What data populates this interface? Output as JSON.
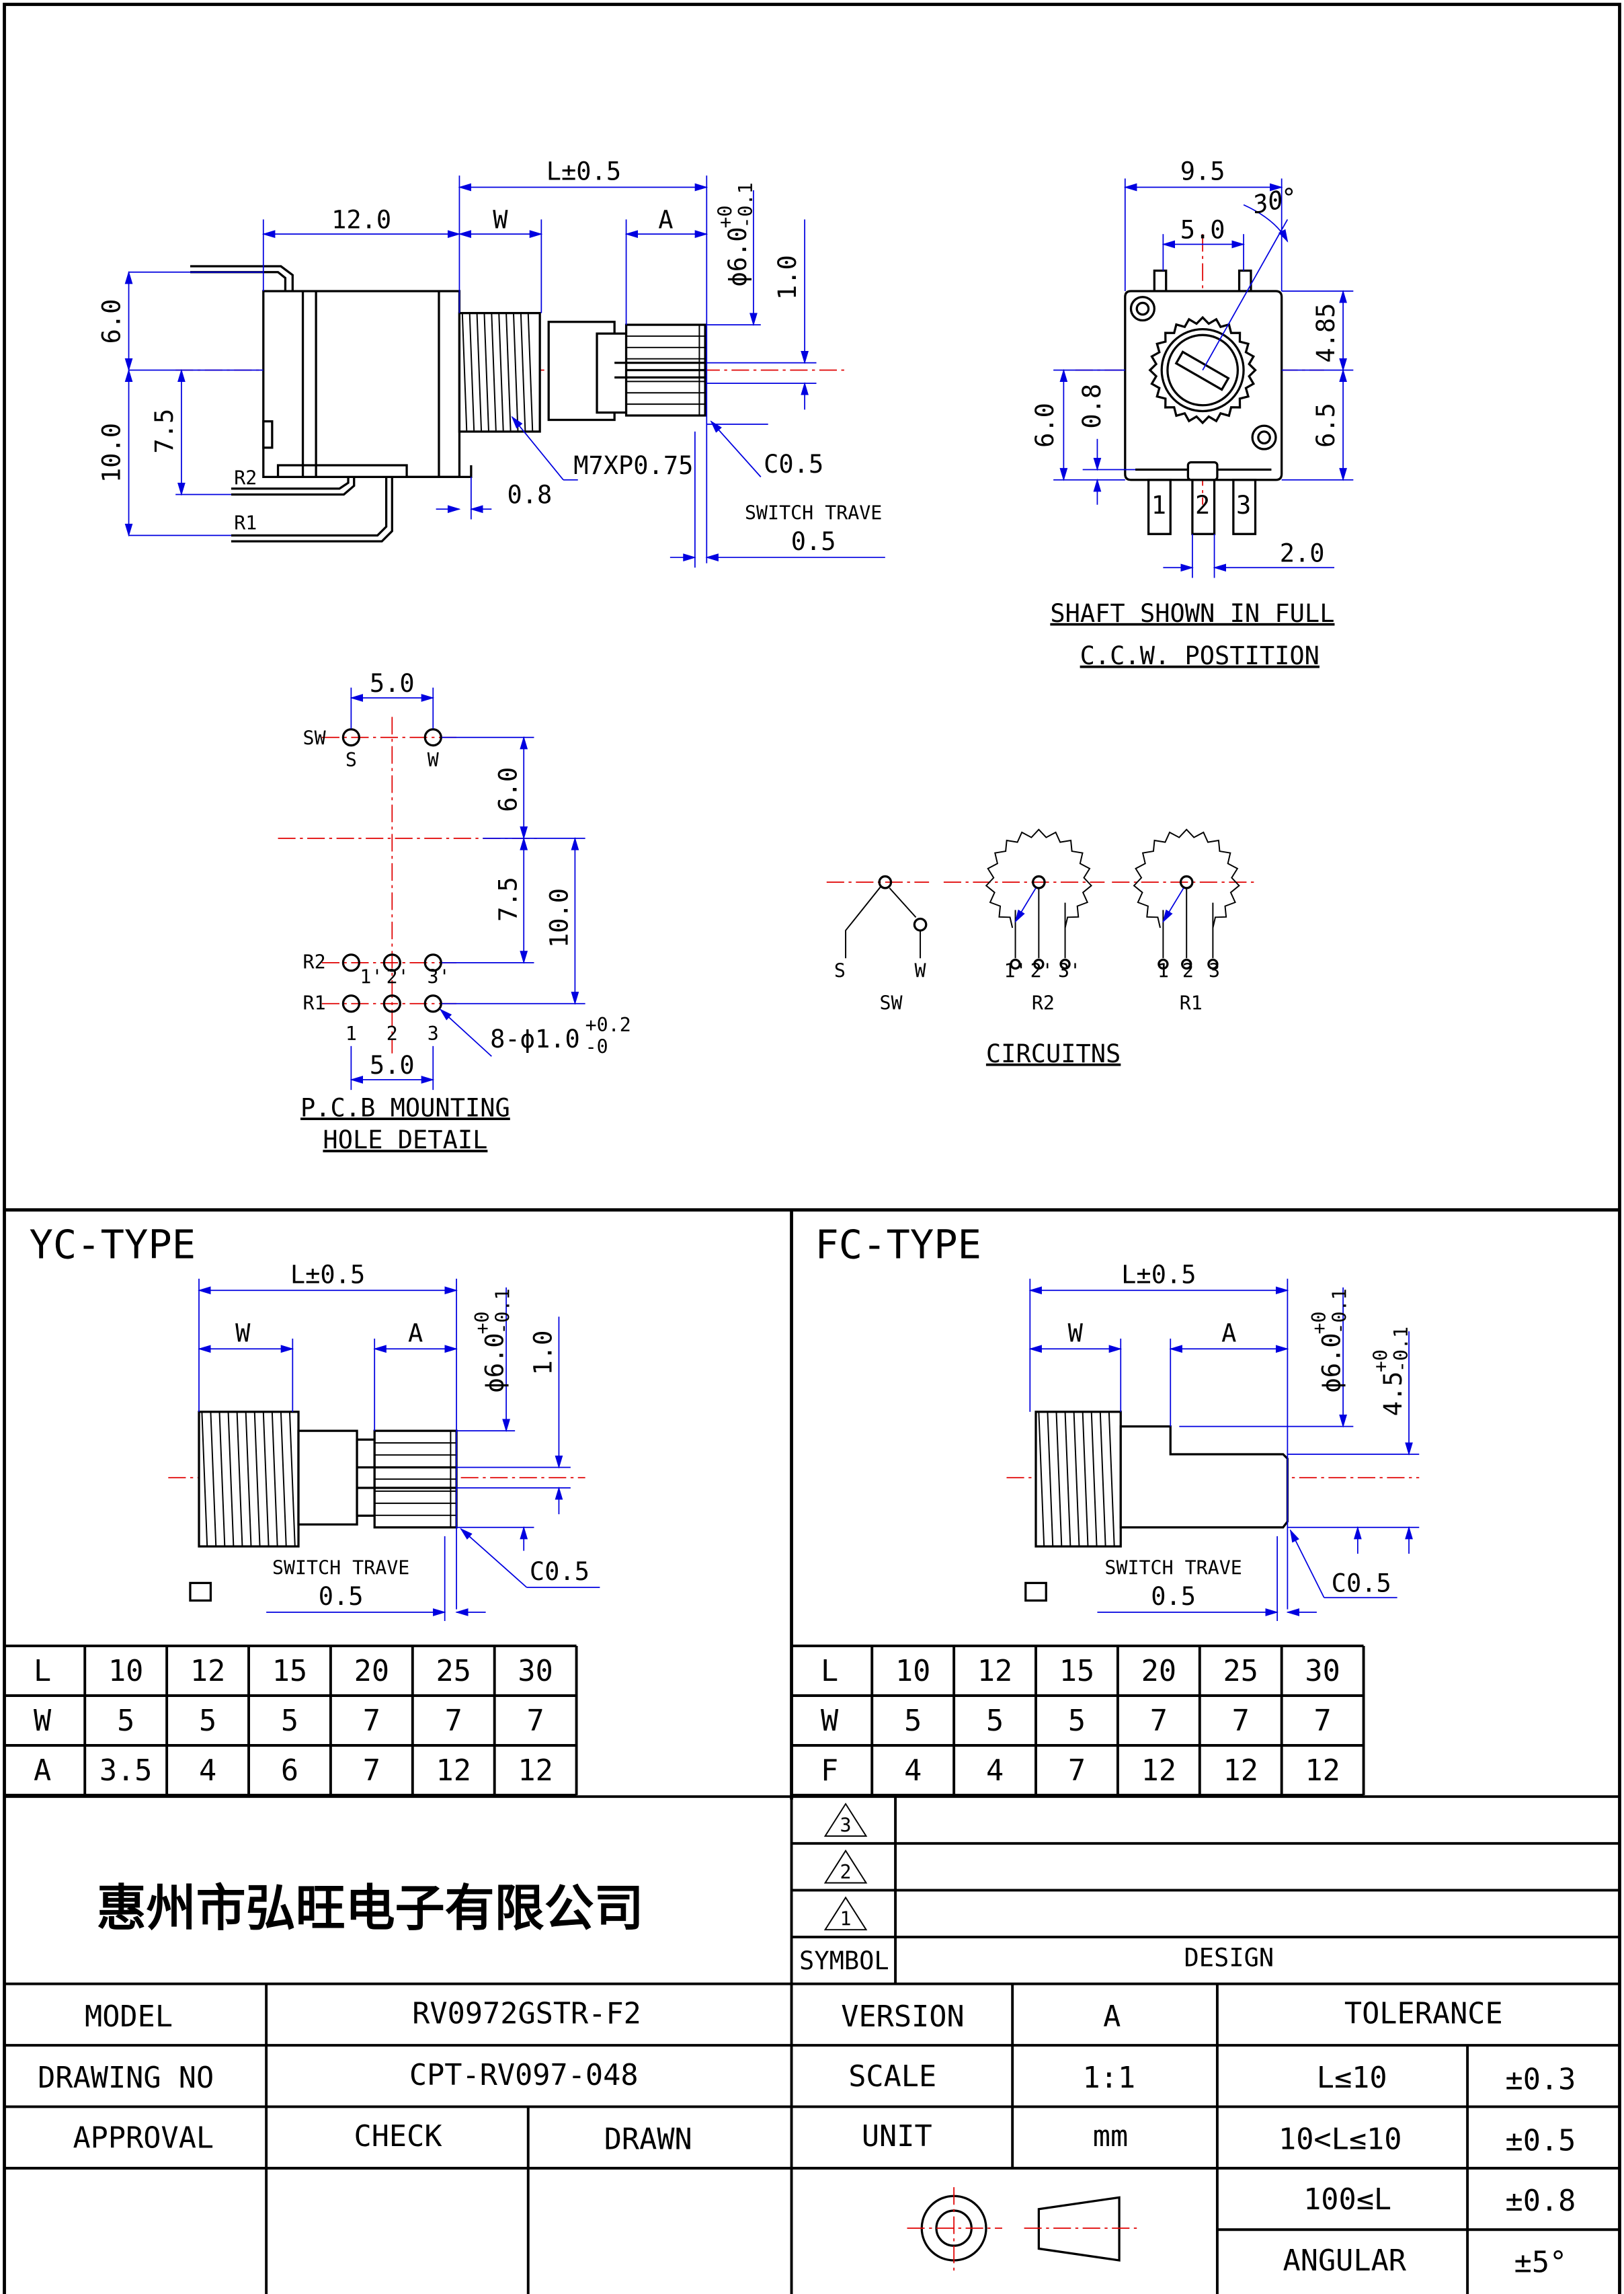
{
  "main_view": {
    "dims": {
      "overall_length": "L±0.5",
      "body_length": "12.0",
      "w": "W",
      "a": "A",
      "shaft_dia": "ϕ6.0",
      "shaft_dia_tol_upper": "+0",
      "shaft_dia_tol_lower": "-0.1",
      "flat": "1.0",
      "height_top": "6.0",
      "height_bottom": "10.0",
      "pin_offset": "7.5",
      "thread_gap": "0.8",
      "thread": "M7XP0.75",
      "chamfer": "C0.5",
      "switch_travel_label": "SWITCH TRAVE",
      "switch_travel": "0.5",
      "pin_r2": "R2",
      "pin_r1": "R1"
    }
  },
  "side_view": {
    "dims": {
      "width": "9.5",
      "angle": "30°",
      "center": "5.0",
      "upper": "4.85",
      "lower": "6.5",
      "left_h": "6.0",
      "left_small": "0.8",
      "pin_pitch": "2.0"
    },
    "pins": [
      "1",
      "2",
      "3"
    ],
    "note_line1": "SHAFT SHOWN IN FULL",
    "note_line2": "C.C.W. POSTITION"
  },
  "pcb_detail": {
    "top_pitch": "5.0",
    "sw_label": "SW",
    "s_label": "S",
    "w_label": "W",
    "v1": "6.0",
    "v2": "7.5",
    "v3": "10.0",
    "r2_label": "R2",
    "r1_label": "R1",
    "r2_pins": [
      "1'",
      "2'",
      "3'"
    ],
    "r1_pins": [
      "1",
      "2",
      "3"
    ],
    "bottom_pitch": "5.0",
    "holes": "8-ϕ1.0",
    "holes_tol_upper": "+0.2",
    "holes_tol_lower": "-0",
    "title_line1": "P.C.B MOUNTING",
    "title_line2": "HOLE DETAIL"
  },
  "circuits": {
    "sw": {
      "label": "SW",
      "s": "S",
      "w": "W"
    },
    "r2": {
      "label": "R2",
      "pins": [
        "1'",
        "2'",
        "3'"
      ]
    },
    "r1": {
      "label": "R1",
      "pins": [
        "1",
        "2",
        "3"
      ]
    },
    "title": "CIRCUITNS"
  },
  "yc_type": {
    "title": "YC-TYPE",
    "dims": {
      "overall_length": "L±0.5",
      "w": "W",
      "a": "A",
      "shaft_dia": "ϕ6.0",
      "tol_upper": "+0",
      "tol_lower": "-0.1",
      "flat": "1.0",
      "chamfer": "C0.5",
      "switch_travel_label": "SWITCH TRAVE",
      "switch_travel": "0.5"
    },
    "table": [
      [
        "L",
        "10",
        "12",
        "15",
        "20",
        "25",
        "30"
      ],
      [
        "W",
        "5",
        "5",
        "5",
        "7",
        "7",
        "7"
      ],
      [
        "A",
        "3.5",
        "4",
        "6",
        "7",
        "12",
        "12"
      ]
    ]
  },
  "fc_type": {
    "title": "FC-TYPE",
    "dims": {
      "overall_length": "L±0.5",
      "w": "W",
      "a": "A",
      "shaft_dia": "ϕ6.0",
      "tol_upper": "+0",
      "tol_lower": "-0.1",
      "flat_dim": "4.5",
      "flat_tol_upper": "+0",
      "flat_tol_lower": "-0.1",
      "chamfer": "C0.5",
      "switch_travel_label": "SWITCH TRAVE",
      "switch_travel": "0.5"
    },
    "table": [
      [
        "L",
        "10",
        "12",
        "15",
        "20",
        "25",
        "30"
      ],
      [
        "W",
        "5",
        "5",
        "5",
        "7",
        "7",
        "7"
      ],
      [
        "F",
        "4",
        "4",
        "7",
        "12",
        "12",
        "12"
      ]
    ]
  },
  "title_block": {
    "company": "惠州市弘旺电子有限公司",
    "revision_marks": [
      "3",
      "2",
      "1"
    ],
    "symbol_label": "SYMBOL",
    "design_label": "DESIGN",
    "model_label": "MODEL",
    "model_value": "RV0972GSTR-F2",
    "drawing_no_label": "DRAWING NO",
    "drawing_no_value": "CPT-RV097-048",
    "approval_label": "APPROVAL",
    "check_label": "CHECK",
    "drawn_label": "DRAWN",
    "version_label": "VERSION",
    "version_value": "A",
    "scale_label": "SCALE",
    "scale_value": "1:1",
    "unit_label": "UNIT",
    "unit_value": "mm",
    "tolerance_label": "TOLERANCE",
    "tolerances": [
      {
        "range": "L≤10",
        "value": "±0.3"
      },
      {
        "range": "10<L≤10",
        "value": "±0.5"
      },
      {
        "range": "100≤L",
        "value": "±0.8"
      },
      {
        "range": "ANGULAR",
        "value": "±5°"
      }
    ]
  }
}
